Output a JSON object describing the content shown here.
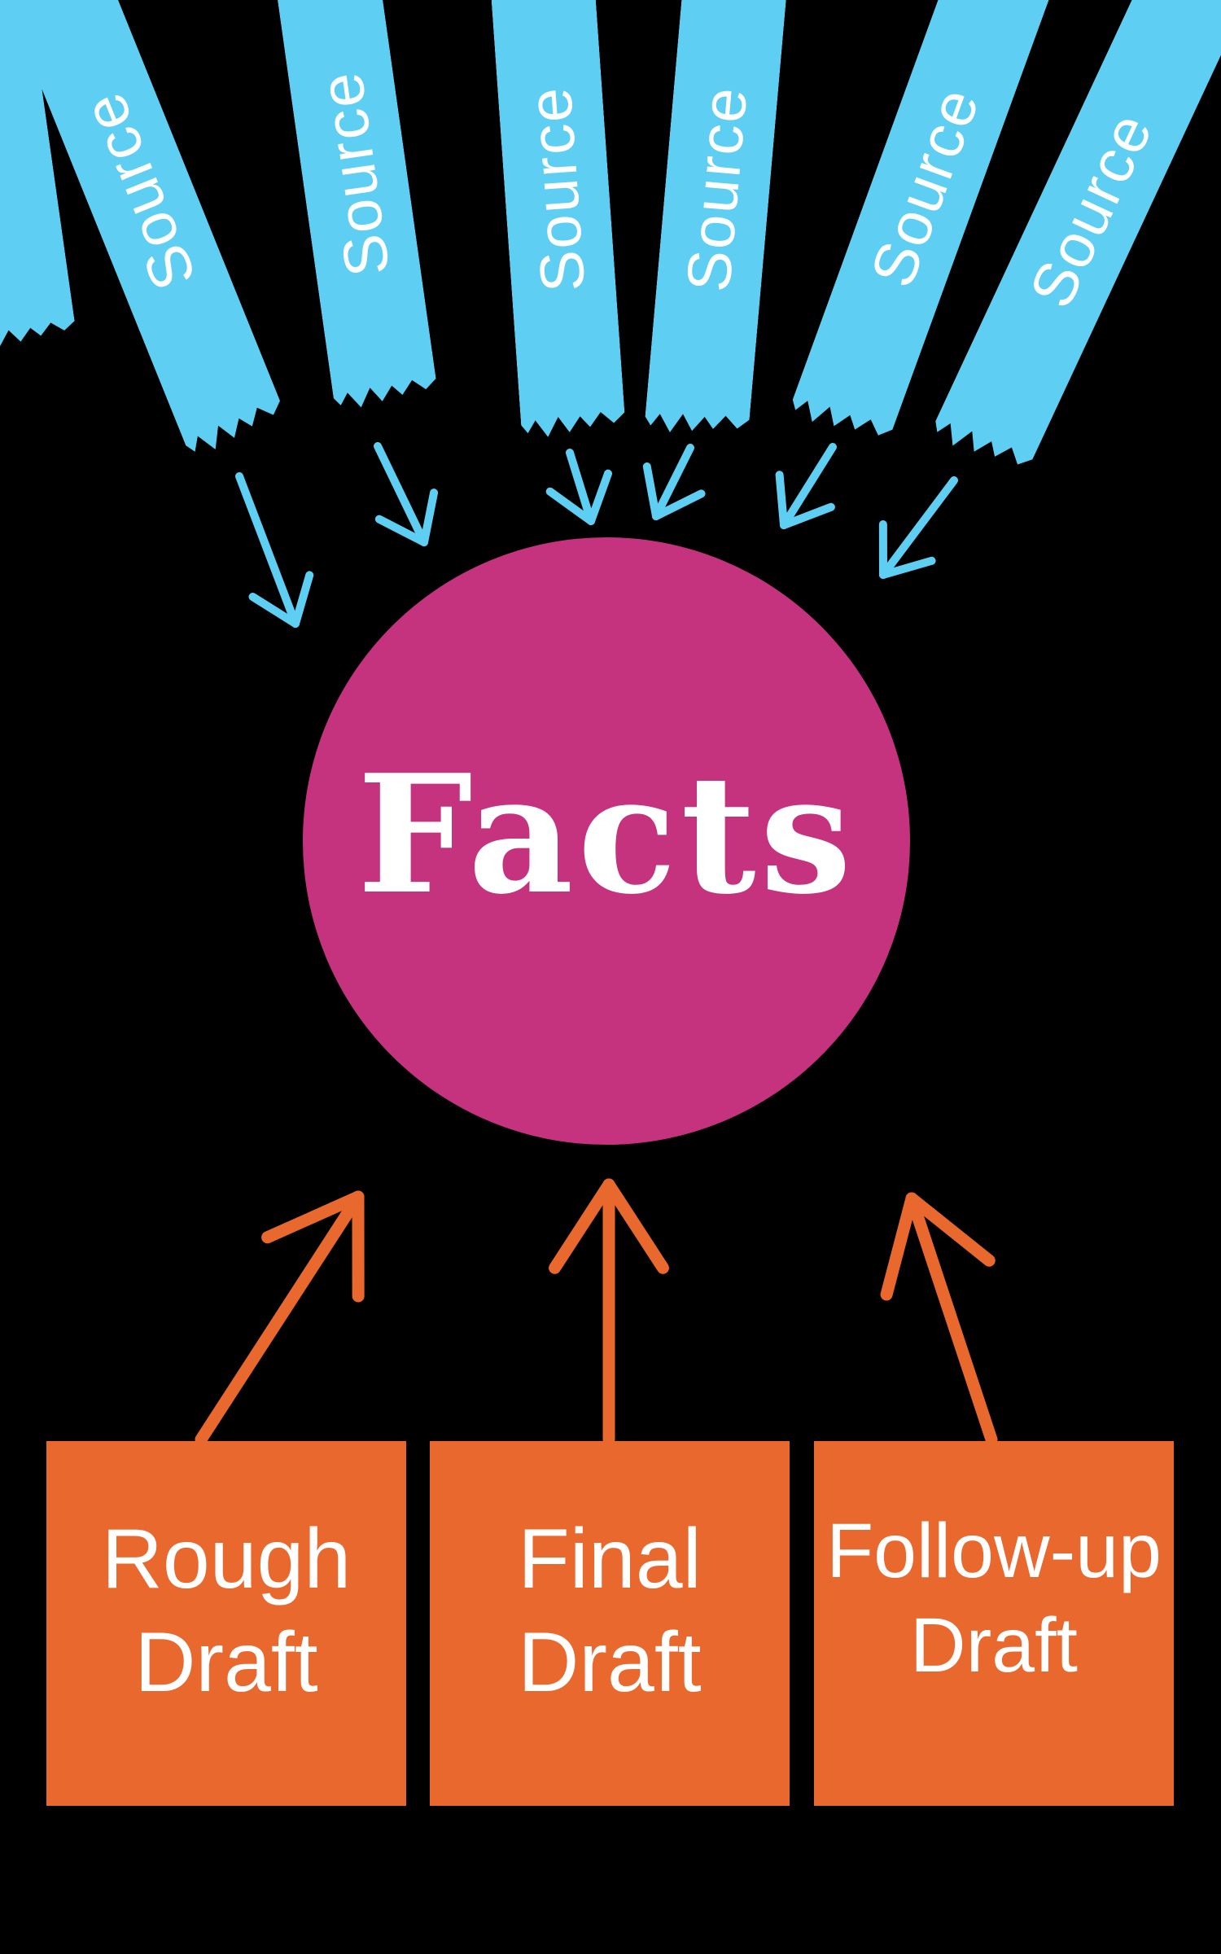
{
  "title": "Sources to Facts to Drafts infographic",
  "colors": {
    "background": "#000000",
    "source_blue": "#5ECFF3",
    "facts_pink": "#C5337F",
    "draft_orange": "#E8682E",
    "text_white": "#FFFFFF"
  },
  "sources": {
    "labels": [
      "Source",
      "Source",
      "Source",
      "Source",
      "Source",
      "Source"
    ]
  },
  "facts": {
    "label": "Facts"
  },
  "drafts": {
    "boxes": [
      {
        "label": "Rough Draft",
        "line1": "Rough",
        "line2": "Draft"
      },
      {
        "label": "Final Draft",
        "line1": "Final",
        "line2": "Draft"
      },
      {
        "label": "Follow-up Draft",
        "line1": "Follow-up",
        "line2": "Draft"
      }
    ]
  }
}
